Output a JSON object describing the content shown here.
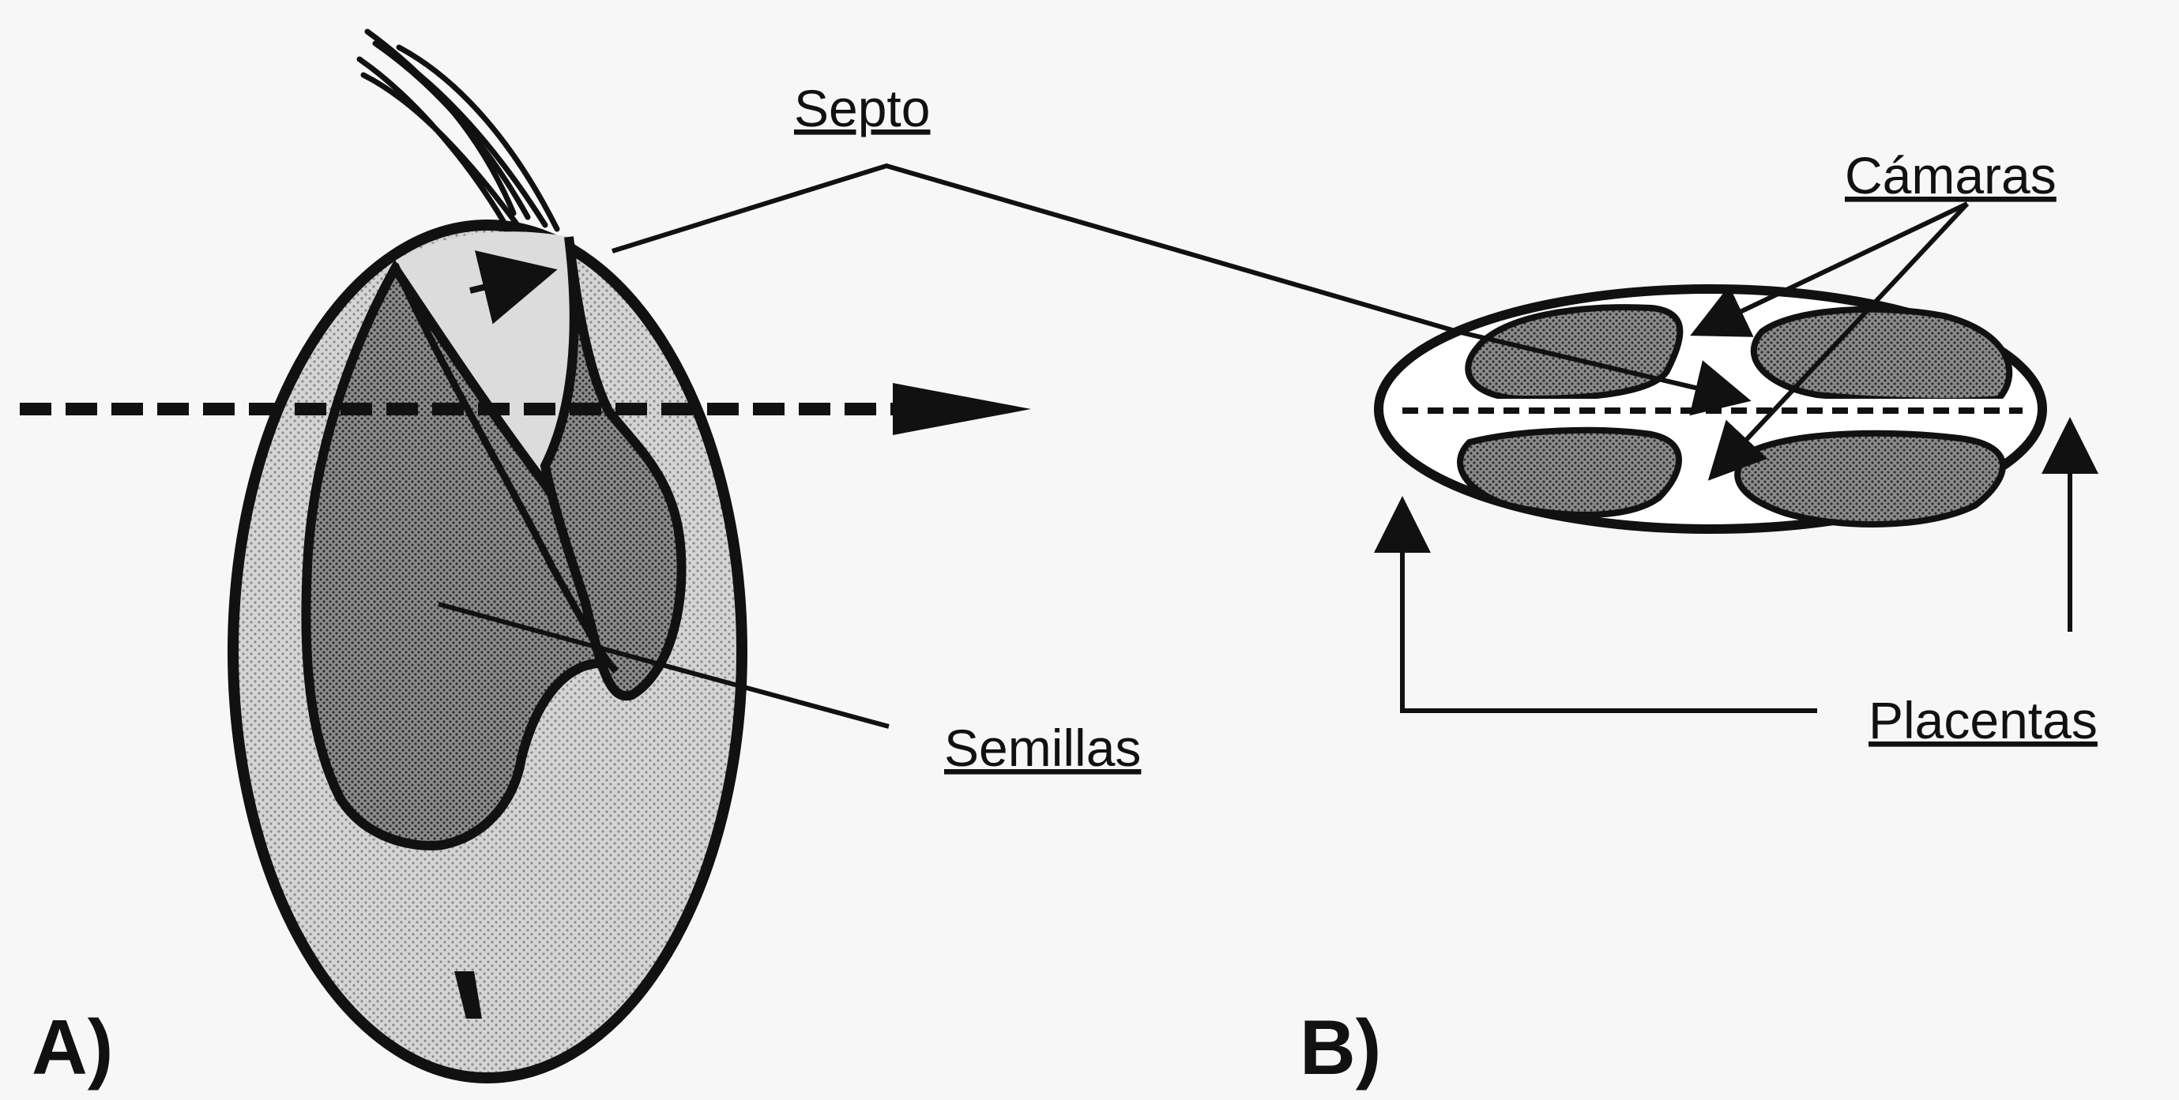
{
  "diagram": {
    "labels": {
      "septo": "Septo",
      "camaras": "Cámaras",
      "semillas": "Semillas",
      "placentas": "Placentas",
      "panel_a": "A)",
      "panel_b": "B)"
    },
    "colors": {
      "background": "#f7f7f7",
      "ink": "#111111",
      "fruit_fill": "#c9c9c9",
      "seed_fill": "#7a7a7a",
      "septum_fill": "#d8d8d8",
      "section_fill": "#ffffff"
    }
  }
}
